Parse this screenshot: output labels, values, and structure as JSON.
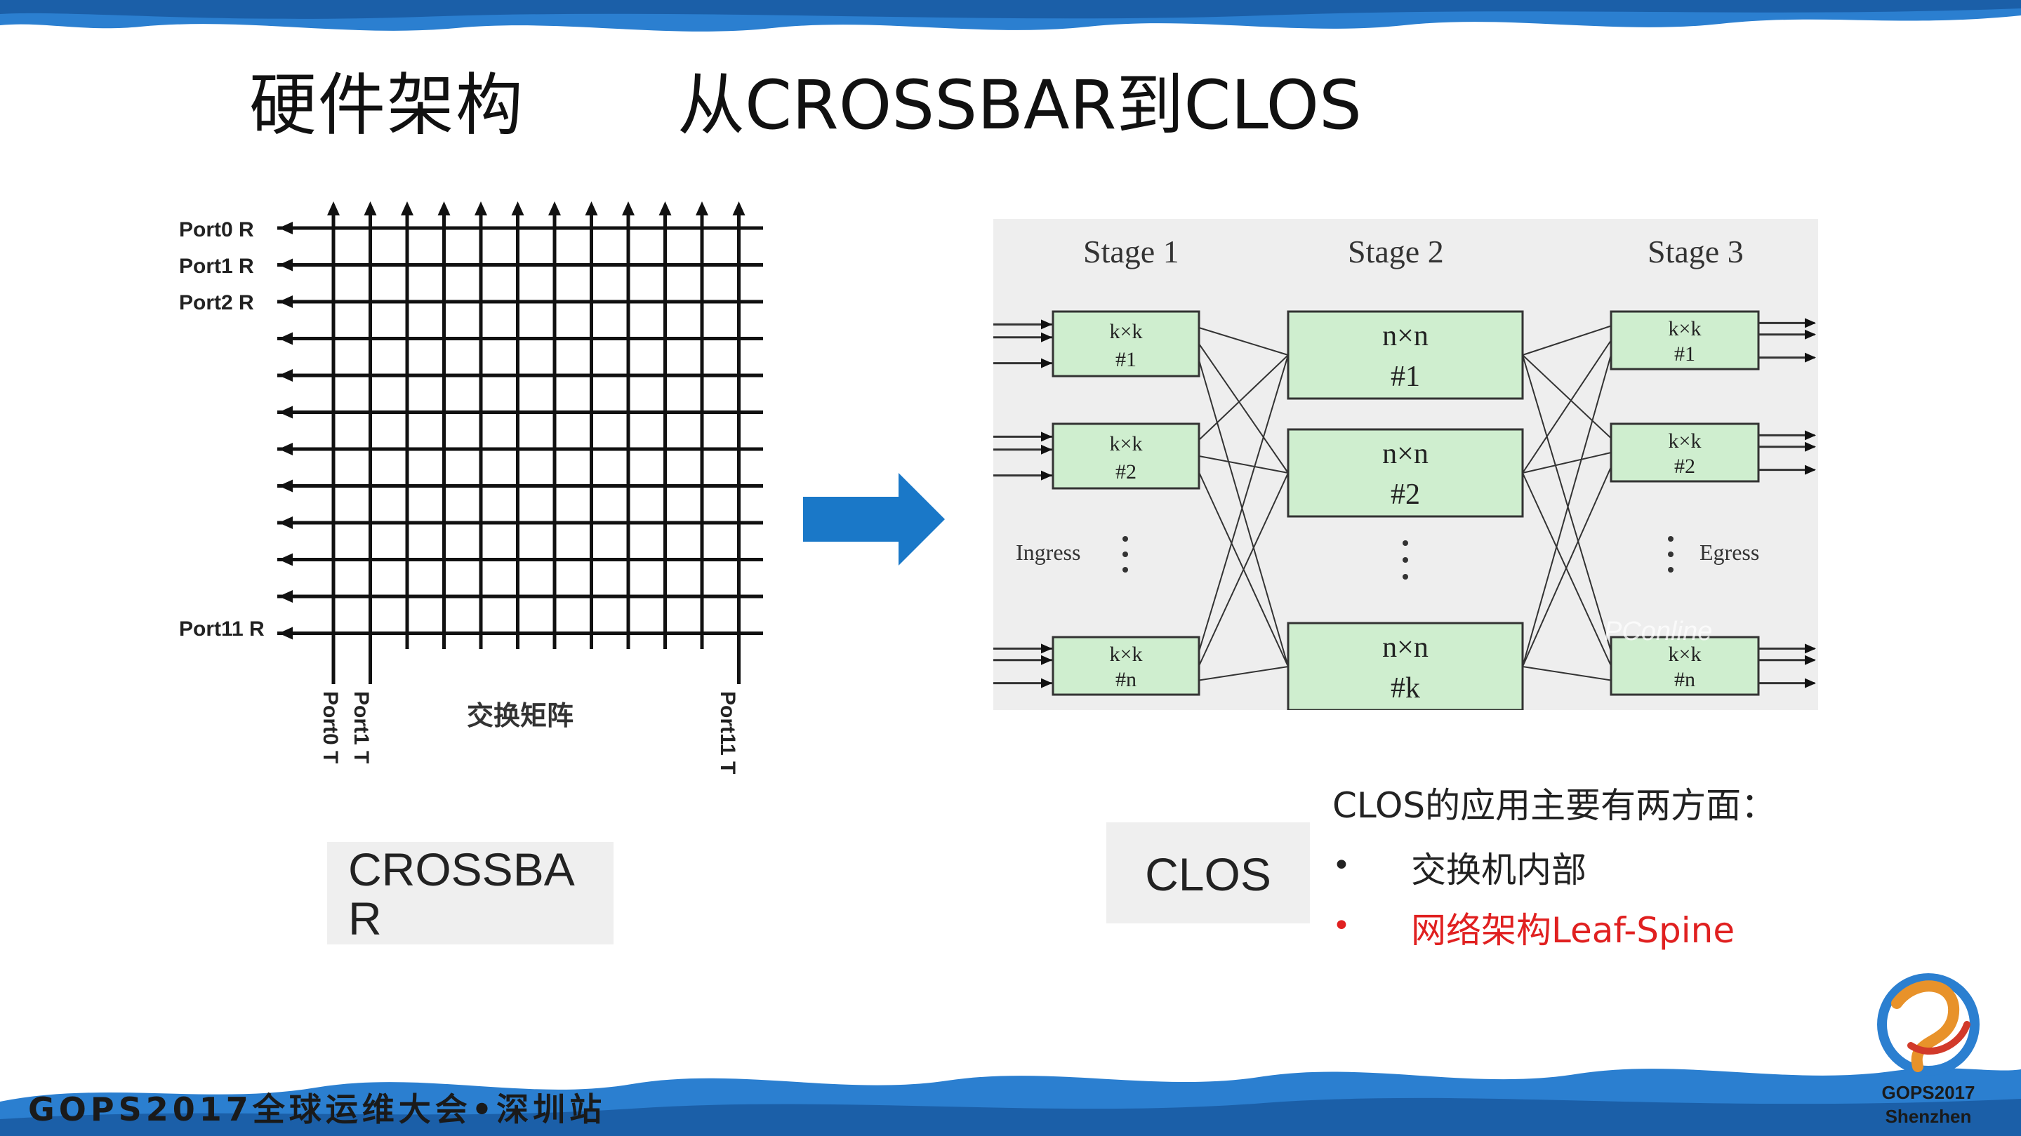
{
  "slide": {
    "title_left": "硬件架构",
    "title_right": "从CROSSBAR到CLOS"
  },
  "crossbar": {
    "row_labels": [
      "Port0 R",
      "Port1 R",
      "Port2 R",
      "Port11 R"
    ],
    "col_labels": [
      "Port0 T",
      "Port1 T",
      "Port11 T"
    ],
    "matrix_label": "交换矩阵",
    "caption": "CROSSBAR"
  },
  "clos": {
    "stage_labels": [
      "Stage 1",
      "Stage 2",
      "Stage 3"
    ],
    "stage1_boxes": [
      [
        "k×k",
        "#1"
      ],
      [
        "k×k",
        "#2"
      ],
      [
        "k×k",
        "#n"
      ]
    ],
    "stage2_boxes": [
      [
        "n×n",
        "#1"
      ],
      [
        "n×n",
        "#2"
      ],
      [
        "n×n",
        "#k"
      ]
    ],
    "stage3_boxes": [
      [
        "k×k",
        "#1"
      ],
      [
        "k×k",
        "#2"
      ],
      [
        "k×k",
        "#n"
      ]
    ],
    "ingress_label": "Ingress",
    "egress_label": "Egress",
    "watermark": "PConline",
    "caption": "CLOS"
  },
  "applications": {
    "heading": "CLOS的应用主要有两方面：",
    "items": [
      "交换机内部",
      "网络架构Leaf-Spine"
    ],
    "bullet": "•",
    "highlight_color": "#e02020"
  },
  "footer": {
    "event": "GOPS2017全球运维大会•深圳站",
    "logo_line1": "GOPS2017",
    "logo_line2": "Shenzhen"
  },
  "colors": {
    "accent_blue": "#1a78c8",
    "box_green": "#cfeecf",
    "band_blue": "#2b7fd0"
  }
}
